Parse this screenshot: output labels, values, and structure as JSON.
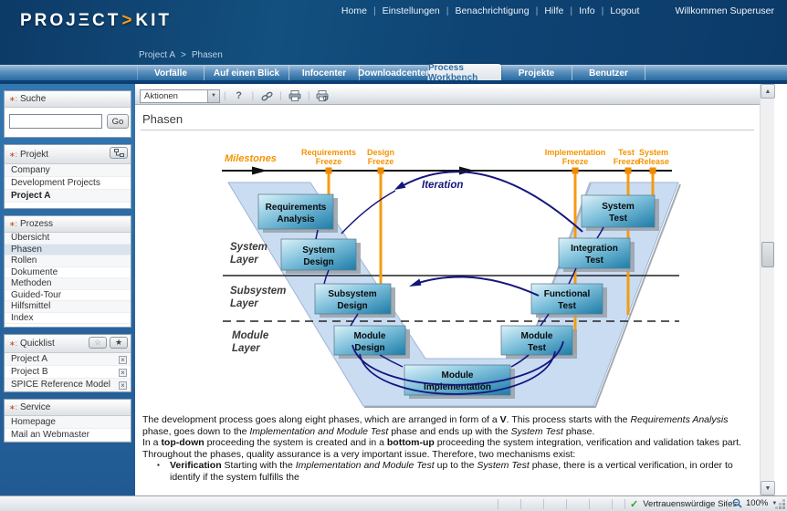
{
  "icons": {
    "close": "×",
    "star_outline": "☆",
    "star_filled": "★",
    "caret_down": "▼",
    "scroll_up": "▲",
    "scroll_down": "▼",
    "check": "✓",
    "bullet": "▪",
    "help": "?",
    "menu_sep": "|",
    "breadcrumb_sep": ">"
  },
  "header": {
    "logo": {
      "p1": "PROJ",
      "e": "Ξ",
      "p2": "CT",
      "gt": ">",
      "p3": "KIT"
    },
    "menu": [
      {
        "label": "Home"
      },
      {
        "label": "Einstellungen"
      },
      {
        "label": "Benachrichtigung"
      },
      {
        "label": "Hilfe"
      },
      {
        "label": "Info"
      },
      {
        "label": "Logout"
      }
    ],
    "welcome": "Willkommen Superuser",
    "breadcrumb": {
      "project": "Project A",
      "page": "Phasen"
    }
  },
  "tabs": [
    {
      "label": "Vorfälle"
    },
    {
      "label": "Auf einen Blick"
    },
    {
      "label": "Infocenter"
    },
    {
      "label": "Downloadcenter"
    },
    {
      "label": "Process Workbench",
      "active": true
    },
    {
      "label": "Projekte"
    },
    {
      "label": "Benutzer"
    }
  ],
  "sidebar": {
    "search": {
      "title": "Suche",
      "value": "",
      "button": "Go"
    },
    "project": {
      "title": "Projekt",
      "items": [
        "Company",
        "Development Projects",
        "Project A"
      ],
      "selected": "Project A"
    },
    "process": {
      "title": "Prozess",
      "items": [
        "Übersicht",
        "Phasen",
        "Rollen",
        "Dokumente",
        "Methoden",
        "Guided-Tour",
        "Hilfsmittel",
        "Index"
      ],
      "selected": "Phasen"
    },
    "quicklist": {
      "title": "Quicklist",
      "items": [
        "Project A",
        "Project B",
        "SPICE Reference Model"
      ]
    },
    "service": {
      "title": "Service",
      "items": [
        "Homepage",
        "Mail an Webmaster"
      ]
    }
  },
  "toolbar": {
    "actions_label": "Aktionen"
  },
  "page": {
    "title": "Phasen"
  },
  "diagram": {
    "milestones_title": "Milestones",
    "iteration_label": "Iteration",
    "milestones": [
      {
        "line1": "Requirements",
        "line2": "Freeze"
      },
      {
        "line1": "Design",
        "line2": "Freeze"
      },
      {
        "line1": "Implementation",
        "line2": "Freeze"
      },
      {
        "line1": "Test",
        "line2": "Freeze"
      },
      {
        "line1": "System",
        "line2": "Release"
      }
    ],
    "layers": [
      {
        "line1": "System",
        "line2": "Layer"
      },
      {
        "line1": "Subsystem",
        "line2": "Layer"
      },
      {
        "line1": "Module",
        "line2": "Layer"
      }
    ],
    "phases": {
      "requirements_analysis": {
        "line1": "Requirements",
        "line2": "Analysis"
      },
      "system_design": {
        "line1": "System",
        "line2": "Design"
      },
      "subsystem_design": {
        "line1": "Subsystem",
        "line2": "Design"
      },
      "module_design": {
        "line1": "Module",
        "line2": "Design"
      },
      "module_implementation": {
        "line1": "Module",
        "line2": "Implementation"
      },
      "module_test": {
        "line1": "Module",
        "line2": "Test"
      },
      "functional_test": {
        "line1": "Functional",
        "line2": "Test"
      },
      "integration_test": {
        "line1": "Integration",
        "line2": "Test"
      },
      "system_test": {
        "line1": "System",
        "line2": "Test"
      }
    },
    "colors": {
      "milestone_orange": "#F59300",
      "iteration_navy": "#15157E",
      "band_blue": "#C9DCF2"
    }
  },
  "content": {
    "p1": [
      {
        "t": "The development process goes along eight phases, which are arranged in form of a "
      },
      {
        "t": "V",
        "b": true
      },
      {
        "t": ". This process starts with the "
      },
      {
        "t": "Requirements Analysis",
        "i": true
      },
      {
        "t": " phase, goes down to the "
      },
      {
        "t": "Implementation and Module Test",
        "i": true
      },
      {
        "t": " phase and ends up with the "
      },
      {
        "t": "System Test",
        "i": true
      },
      {
        "t": " phase."
      }
    ],
    "p2": [
      {
        "t": "In a "
      },
      {
        "t": "top-down",
        "b": true
      },
      {
        "t": " proceeding the system is created and in a "
      },
      {
        "t": "bottom-up",
        "b": true
      },
      {
        "t": " proceeding the system integration, verification and validation takes part."
      }
    ],
    "p3": [
      {
        "t": "Throughout the phases, quality assurance is a very important issue. Therefore, two mechanisms exist:"
      }
    ],
    "bullet1": [
      {
        "t": "Verification",
        "b": true
      },
      {
        "t": " Starting with the "
      },
      {
        "t": "Implementation and Module Test",
        "i": true
      },
      {
        "t": " up to the "
      },
      {
        "t": "System Test",
        "i": true
      },
      {
        "t": " phase, there is a vertical verification, in order to identify if the system fulfills the"
      }
    ]
  },
  "statusbar": {
    "trusted": "Vertrauenswürdige Sites",
    "zoom": "100%"
  }
}
